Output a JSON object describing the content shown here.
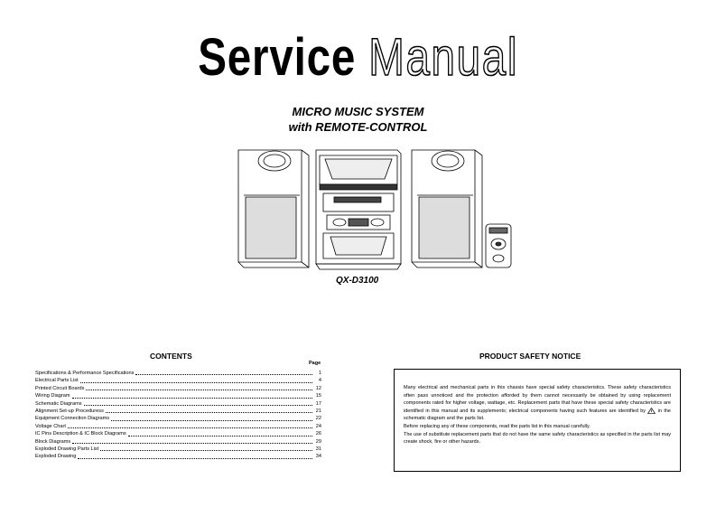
{
  "header": {
    "title_bold": "Service",
    "title_outline": "Manual"
  },
  "product": {
    "line1": "MICRO MUSIC SYSTEM",
    "line2": "with REMOTE-CONTROL",
    "model": "QX-D3100"
  },
  "contents": {
    "heading": "CONTENTS",
    "page_label": "Page",
    "items": [
      {
        "title": "Specifications & Performance Specifications",
        "page": "1"
      },
      {
        "title": "Electrical Parts List",
        "page": "4"
      },
      {
        "title": "Printed Circuit Boards",
        "page": "12"
      },
      {
        "title": "Wiring Diagram",
        "page": "15"
      },
      {
        "title": "Schematic Diagrams",
        "page": "17"
      },
      {
        "title": "Alignment Set-up Proceduress",
        "page": "21"
      },
      {
        "title": "Equipment Connection Diagrams",
        "page": "22"
      },
      {
        "title": "Voltage Chart",
        "page": "24"
      },
      {
        "title": "IC Pins Description & IC Block Diagrams",
        "page": "26"
      },
      {
        "title": "Block Diagrams",
        "page": "29"
      },
      {
        "title": "Exploded Drawing Parts List",
        "page": "31"
      },
      {
        "title": "Exploded Drawing",
        "page": "34"
      }
    ]
  },
  "safety": {
    "heading": "PRODUCT SAFETY NOTICE",
    "para1_a": "Many electrical and mechanical parts in this chassis have special safety characteristics. These safety characteristics often pass unnoticed and the protection afforded by them cannot necessarily be obtained by using replacement components rated for higher voltage, wattage, etc. Replacement parts that have these special safety characteristics are identified in this manual and its supplements; electrical components having such features are identified by",
    "para1_b": "in the schematic diagram and the parts list.",
    "para2": "Before replacing any of these components, read the parts list in this manual carefully.",
    "para3": "The use of substitute replacement parts that do not have the same safety characteristics as specified in the parts list may create shock, fire or other hazards."
  }
}
